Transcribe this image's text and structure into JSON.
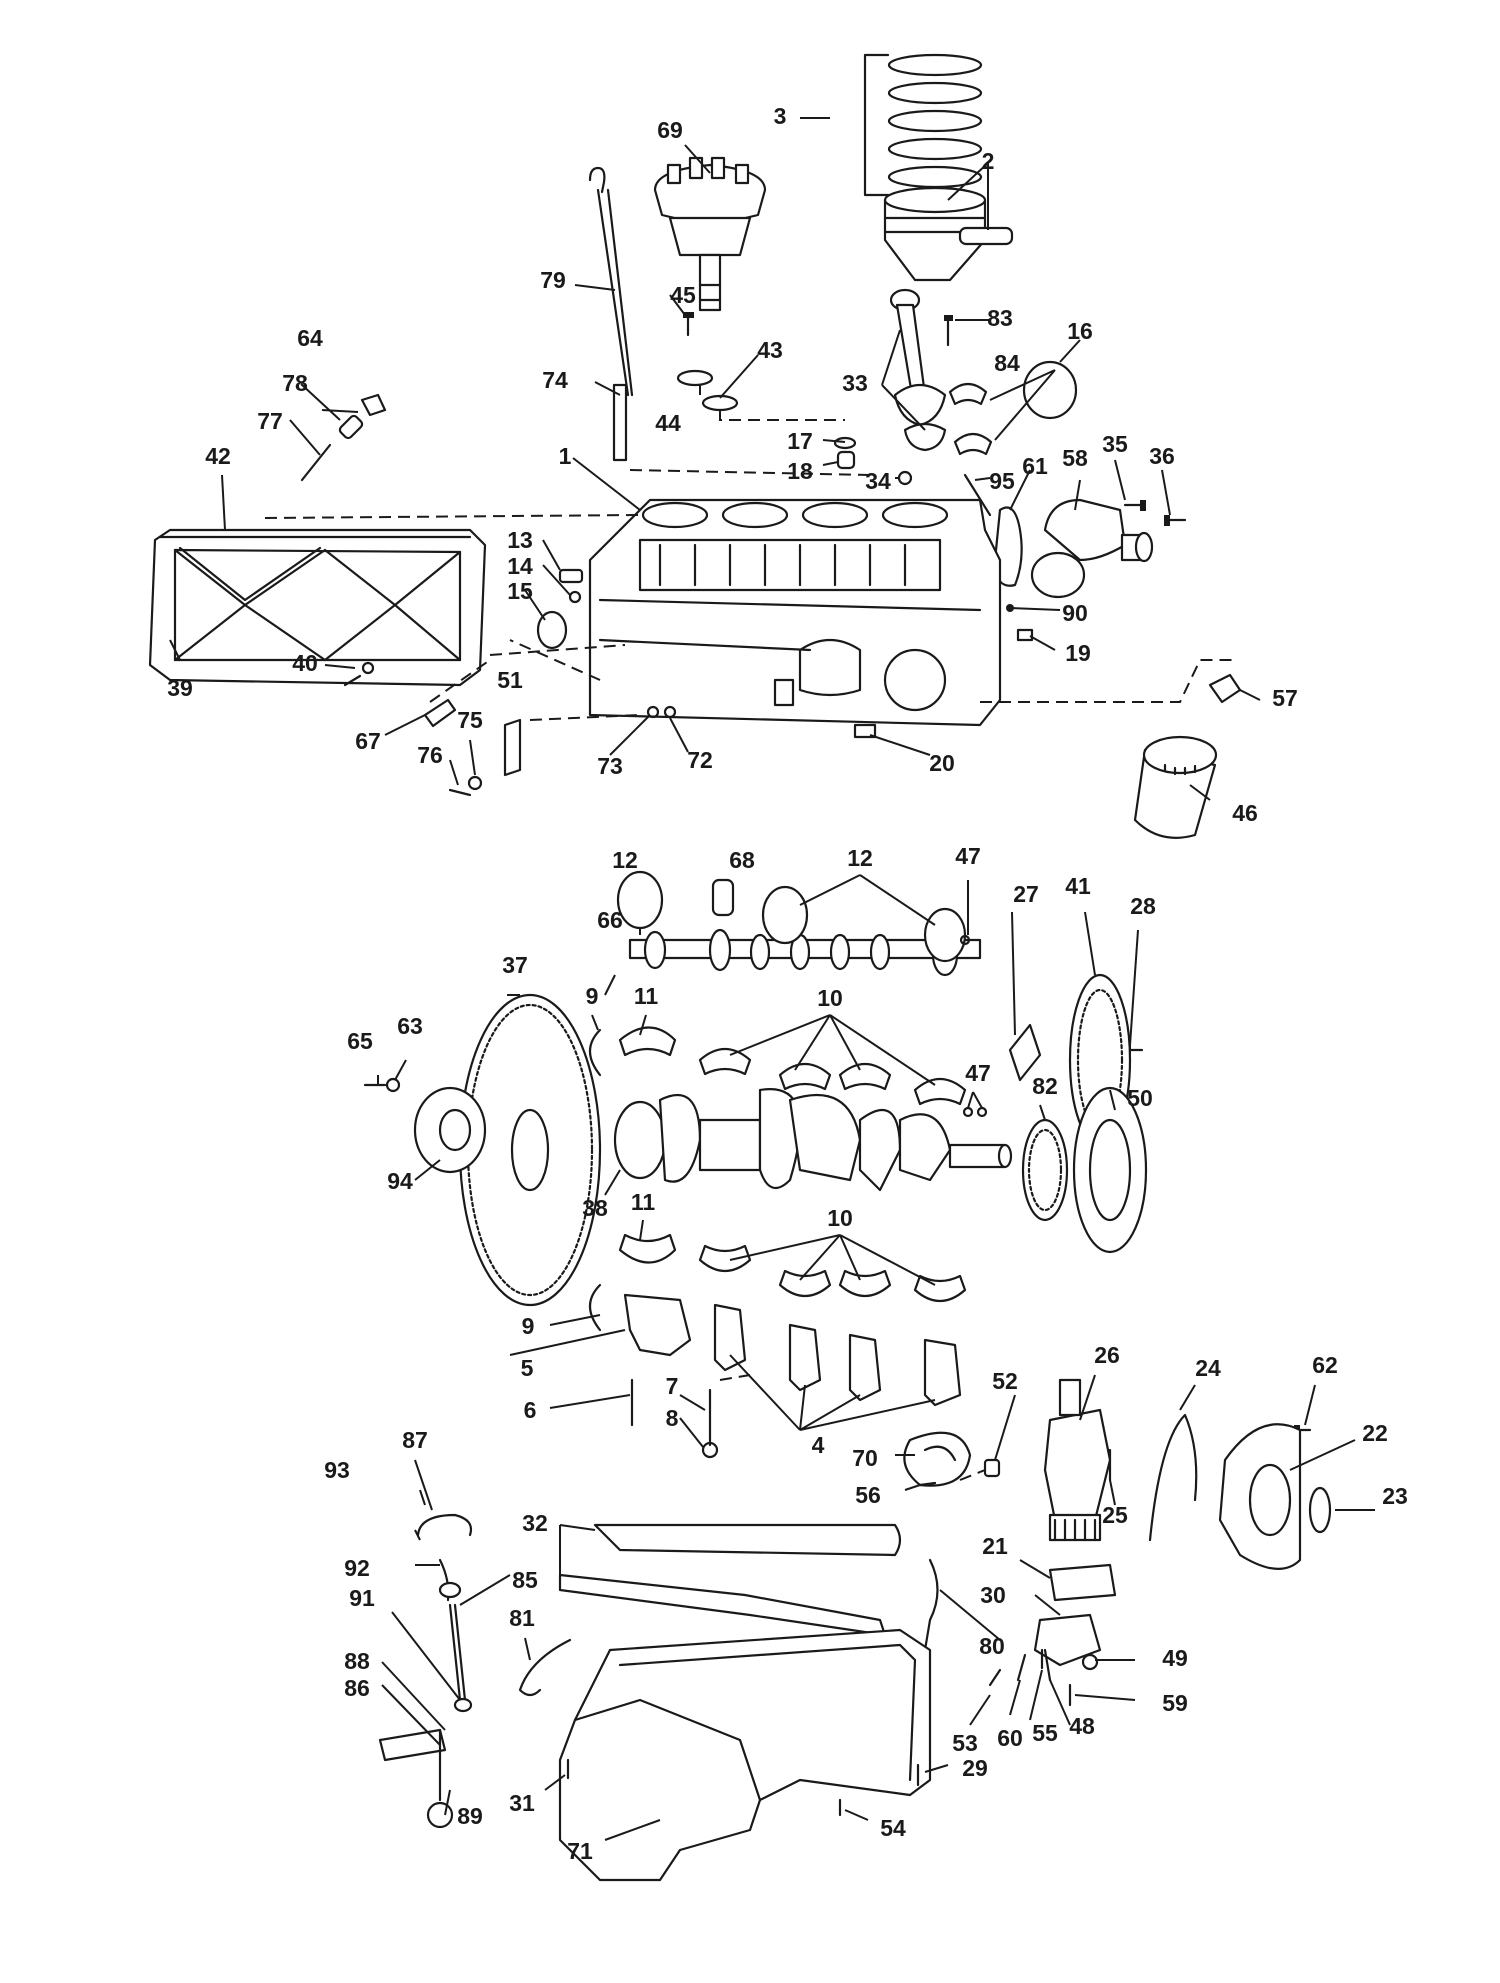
{
  "labels": [
    "1",
    "2",
    "3",
    "4",
    "5",
    "6",
    "7",
    "8",
    "9",
    "9",
    "10",
    "10",
    "11",
    "11",
    "12",
    "12",
    "13",
    "14",
    "15",
    "16",
    "17",
    "18",
    "19",
    "20",
    "21",
    "22",
    "23",
    "24",
    "25",
    "26",
    "27",
    "28",
    "29",
    "30",
    "31",
    "32",
    "33",
    "34",
    "35",
    "36",
    "37",
    "38",
    "39",
    "40",
    "41",
    "42",
    "43",
    "44",
    "45",
    "46",
    "47",
    "47",
    "48",
    "49",
    "50",
    "51",
    "52",
    "53",
    "54",
    "55",
    "56",
    "57",
    "58",
    "59",
    "60",
    "61",
    "62",
    "63",
    "64",
    "65",
    "66",
    "67",
    "68",
    "69",
    "70",
    "71",
    "72",
    "73",
    "74",
    "75",
    "76",
    "77",
    "78",
    "79",
    "80",
    "81",
    "82",
    "83",
    "84",
    "85",
    "86",
    "87",
    "88",
    "89",
    "90",
    "91",
    "92",
    "93",
    "94",
    "95"
  ]
}
